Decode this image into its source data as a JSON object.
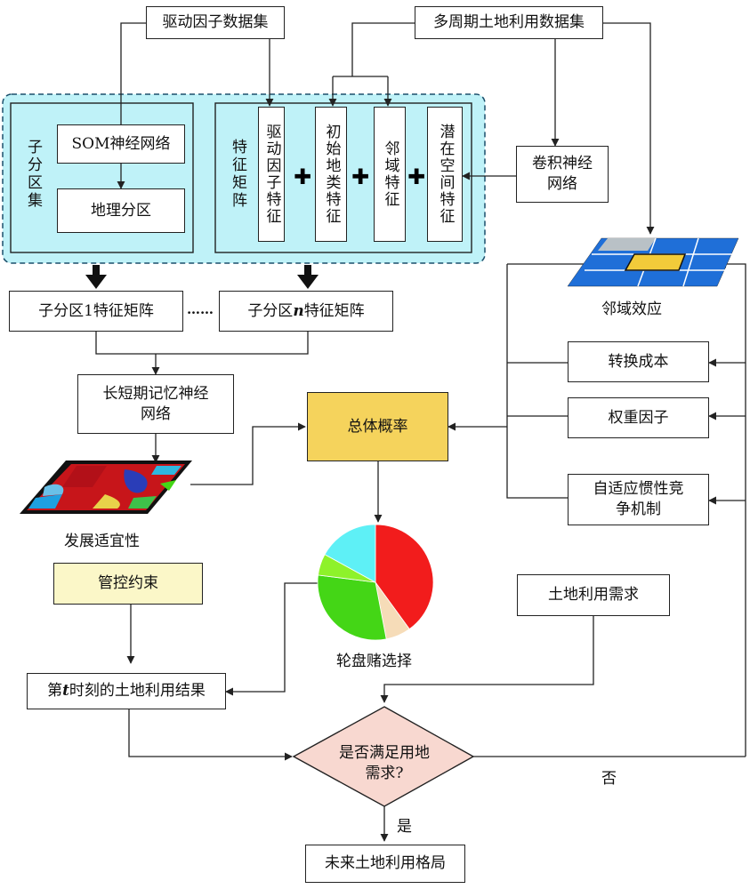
{
  "colors": {
    "panel": "#bff2f8",
    "panel_border": "#1b4f6b",
    "prob_fill": "#f5d35c",
    "constraint_fill": "#fbf7c8",
    "decision_fill": "#f8d8d0"
  },
  "top": {
    "driver_dataset": "驱动因子数据集",
    "landuse_dataset": "多周期土地利用数据集"
  },
  "panel": {
    "subzone_set": "子分区集",
    "som": "SOM神经网络",
    "geo_zone": "地理分区",
    "feature_matrix": "特征矩阵",
    "features": [
      "驱动因子特征",
      "初始地类特征",
      "邻域特征",
      "潜在空间特征"
    ]
  },
  "cnn": "卷积神经网络",
  "neighborhood": "邻域效应",
  "subzone_1": "子分区1特征矩阵",
  "ellipsis": "……",
  "subzone_n_prefix": "子分区",
  "subzone_n_var": "n",
  "subzone_n_suffix": "特征矩阵",
  "lstm": "长短期记忆神经网络",
  "suitability": "发展适宜性",
  "total_prob": "总体概率",
  "transition_cost": "转换成本",
  "weight_factor": "权重因子",
  "inertia": "自适应惯性竞争机制",
  "roulette": "轮盘赌选择",
  "roulette_slices": [
    {
      "color": "#f21c1c",
      "value": 40
    },
    {
      "color": "#f6dcb8",
      "value": 7
    },
    {
      "color": "#44d616",
      "value": 30
    },
    {
      "color": "#8ef22a",
      "value": 6
    },
    {
      "color": "#5ef0f6",
      "value": 17
    }
  ],
  "control": "管控约束",
  "landuse_demand": "土地利用需求",
  "result_t_prefix": "第",
  "result_t_var": "t",
  "result_t_suffix": " 时刻的土地利用结果",
  "decision": "是否满足用地需求?",
  "no": "否",
  "yes": "是",
  "future": "未来土地利用格局"
}
